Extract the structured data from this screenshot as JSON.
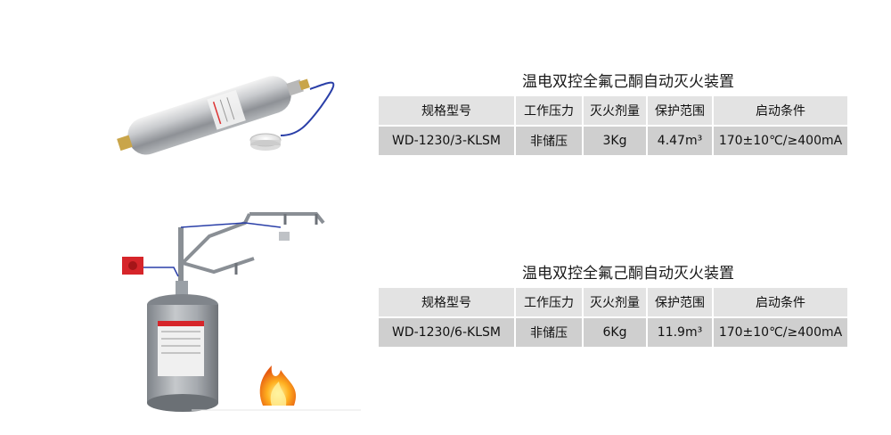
{
  "products": [
    {
      "title": "温电双控全氟己酮自动灭火装置",
      "headers": [
        "规格型号",
        "工作压力",
        "灭火剂量",
        "保护范围",
        "启动条件"
      ],
      "values": [
        "WD-1230/3-KLSM",
        "非储压",
        "3Kg",
        "4.47m³",
        "170±10℃/≥400mA"
      ]
    },
    {
      "title": "温电双控全氟己酮自动灭火装置",
      "headers": [
        "规格型号",
        "工作压力",
        "灭火剂量",
        "保护范围",
        "启动条件"
      ],
      "values": [
        "WD-1230/6-KLSM",
        "非储压",
        "6Kg",
        "11.9m³",
        "170±10℃/≥400mA"
      ]
    }
  ],
  "colors": {
    "header_bg": "#e3e3e3",
    "value_bg": "#cfcfcf",
    "cable_blue": "#2a3fa8",
    "alarm_red": "#d6252a",
    "cylinder_grey": "#9ea2a8"
  }
}
